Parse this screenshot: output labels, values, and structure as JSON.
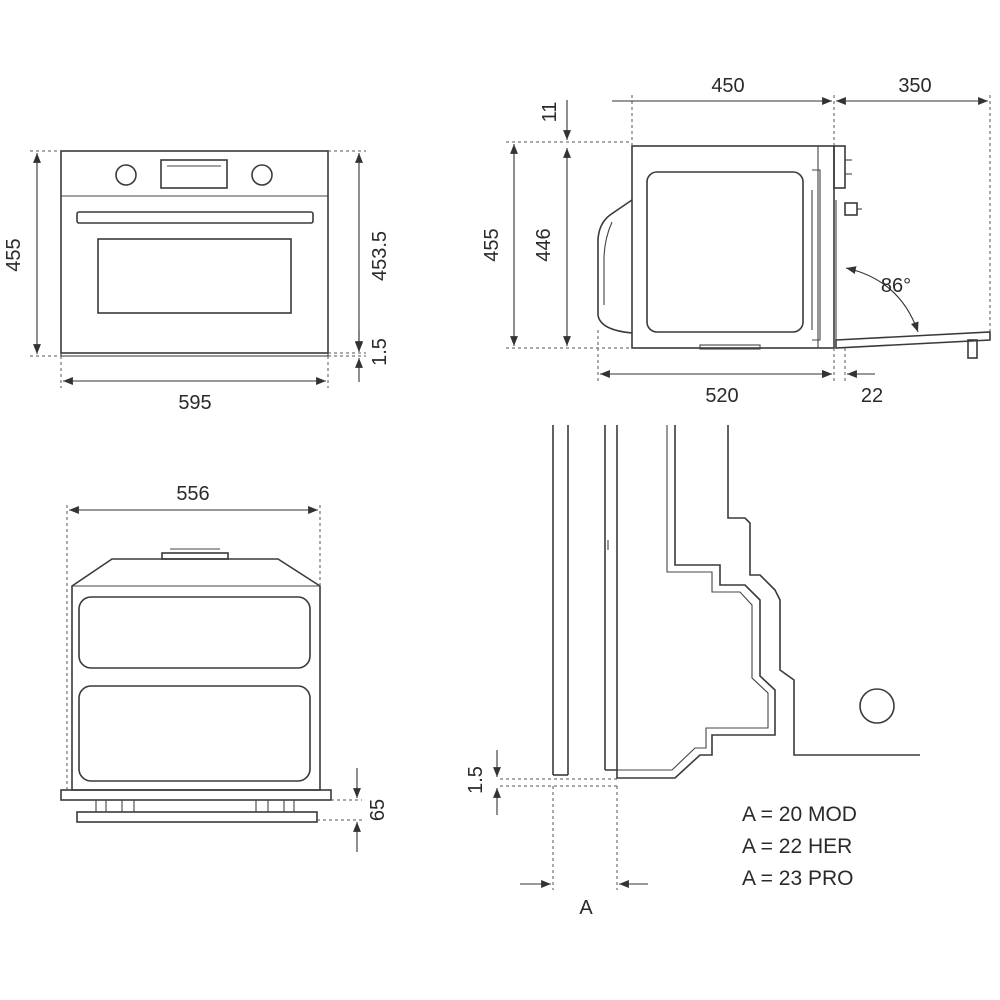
{
  "front_view": {
    "width_label": "595",
    "height_label": "455",
    "inner_height_label": "453.5",
    "gap_label": "1.5"
  },
  "side_view": {
    "depth_label": "450",
    "door_open_label": "350",
    "top_gap_label": "11",
    "height_label": "455",
    "inner_height_label": "446",
    "angle_label": "86°",
    "body_depth_label": "520",
    "front_label": "22"
  },
  "top_view": {
    "width_label": "556",
    "bottom_label": "65"
  },
  "detail_view": {
    "gap_label": "1.5",
    "a_label": "A",
    "notes": [
      "A = 20 MOD",
      "A = 22 HER",
      "A = 23 PRO"
    ]
  }
}
